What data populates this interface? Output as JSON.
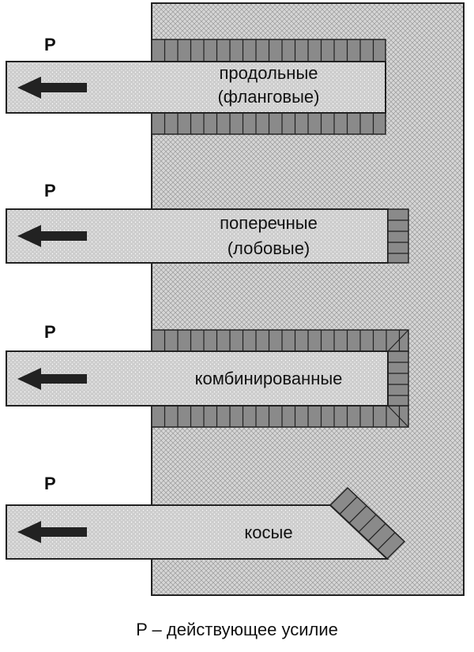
{
  "diagram": {
    "force_symbol": "P",
    "rows": [
      {
        "label_lines": [
          "продольные",
          "(фланговые)"
        ],
        "weld": "longitudinal"
      },
      {
        "label_lines": [
          "поперечные",
          "(лобовые)"
        ],
        "weld": "transverse"
      },
      {
        "label_lines": [
          "комбинированные"
        ],
        "weld": "combined"
      },
      {
        "label_lines": [
          "косые"
        ],
        "weld": "oblique"
      }
    ],
    "caption": "P – действующее усилие",
    "colors": {
      "plate_fill": "#c8c8c8",
      "strip_fill": "#cfcfcf",
      "weld_fill": "#8a8a8a",
      "outline": "#222222",
      "arrow": "#222222"
    }
  }
}
